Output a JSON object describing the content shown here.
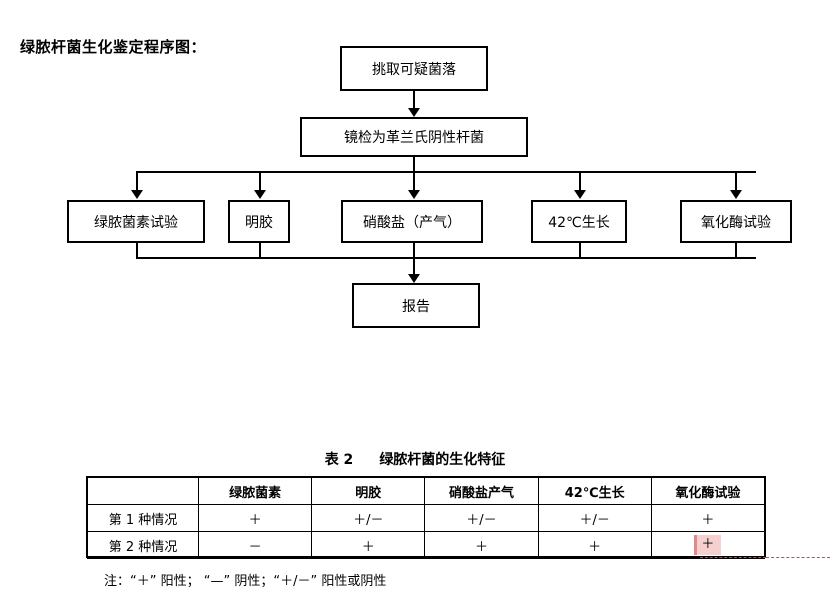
{
  "document": {
    "title": "绿脓杆菌生化鉴定程序图："
  },
  "flowchart": {
    "nodes": {
      "pick_colony": "挑取可疑菌落",
      "gram_stain": "镜检为革兰氏阴性杆菌",
      "test_1": "绿脓菌素试验",
      "test_2": "明胶",
      "test_3": "硝酸盐（产气）",
      "test_4": "42℃生长",
      "test_5": "氧化酶试验",
      "report": "报告"
    }
  },
  "table": {
    "caption_label": "表 2",
    "caption_text": "绿脓杆菌的生化特征",
    "headers": [
      "",
      "绿脓菌素",
      "明胶",
      "硝酸盐产气",
      "42℃生长",
      "氧化酶试验"
    ],
    "rows": [
      {
        "label": "第 1 种情况",
        "values": [
          "＋",
          "＋/－",
          "＋/－",
          "＋/－",
          "＋"
        ]
      },
      {
        "label": "第 2 种情况",
        "values": [
          "－",
          "＋",
          "＋",
          "＋",
          "＋"
        ]
      }
    ],
    "selection": {
      "row": 1,
      "column": 5,
      "value": "＋",
      "highlight_color": "#f6cfcf",
      "edge_color": "#e08a8a"
    },
    "note": "注：“＋” 阳性； “—” 阴性；“＋/－” 阳性或阴性"
  }
}
